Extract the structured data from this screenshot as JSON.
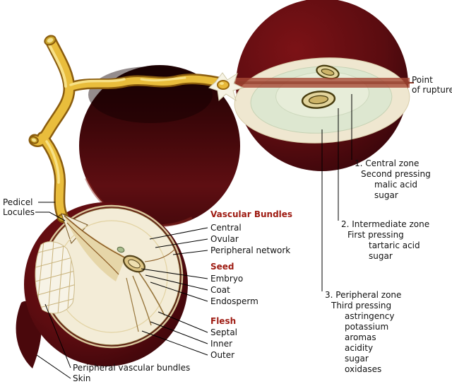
{
  "figure": {
    "subject": "Grape berry anatomy and pressing zones diagram"
  },
  "labels": {
    "pedicel": "Pedicel",
    "locules": "Locules",
    "peripheral_vascular_bundles": "Peripheral vascular bundles",
    "skin": "Skin",
    "point_of_rupture": {
      "line1": "Point",
      "line2": "of rupture"
    }
  },
  "groups": {
    "vascular": {
      "heading": "Vascular Bundles",
      "items": [
        "Central",
        "Ovular",
        "Peripheral network"
      ]
    },
    "seed": {
      "heading": "Seed",
      "items": [
        "Embryo",
        "Coat",
        "Endosperm"
      ]
    },
    "flesh": {
      "heading": "Flesh",
      "items": [
        "Septal",
        "Inner",
        "Outer"
      ]
    }
  },
  "zones": [
    {
      "title": "1. Central zone",
      "subtitle": "Second pressing",
      "items": [
        "malic acid",
        "sugar"
      ]
    },
    {
      "title": "2. Intermediate zone",
      "subtitle": "First pressing",
      "items": [
        "tartaric acid",
        "sugar"
      ]
    },
    {
      "title": "3. Peripheral zone",
      "subtitle": "Third pressing",
      "items": [
        "astringency",
        "potassium",
        "aromas",
        "acidity",
        "sugar",
        "oxidases"
      ]
    }
  ],
  "colors": {
    "grape_dark": "#5c0d10",
    "grape_deep": "#330409",
    "stem_yellow": "#e9bd3c",
    "stem_outline": "#8a5c0e",
    "flesh_cream": "#f0e8d2",
    "zone_green": "#dde7d0",
    "rupture_red": "#a84a36",
    "heading_red": "#9e1b12"
  }
}
